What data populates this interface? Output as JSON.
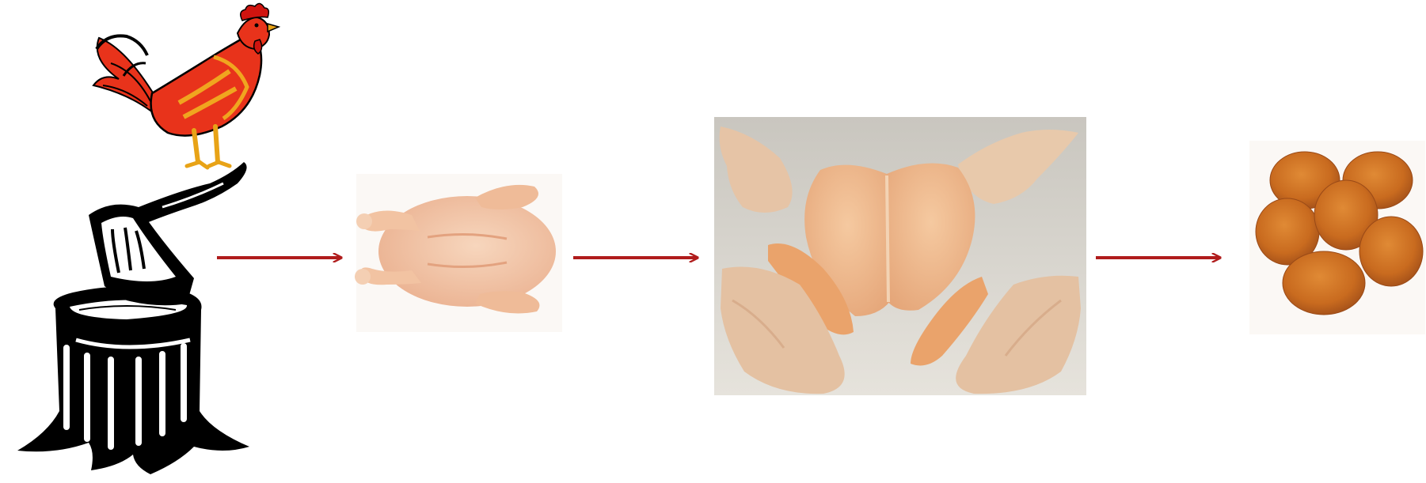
{
  "diagram": {
    "type": "process-flow",
    "direction": "left-to-right",
    "steps": [
      {
        "id": "live-rooster",
        "icon": "rooster-on-chopping-block-icon"
      },
      {
        "id": "whole-plucked-chicken",
        "icon": "whole-raw-chicken-icon"
      },
      {
        "id": "butchered-chicken-parts",
        "icon": "raw-chicken-parts-icon"
      },
      {
        "id": "chicken-nuggets",
        "icon": "chicken-nuggets-icon"
      }
    ],
    "connectors": [
      {
        "from": "live-rooster",
        "to": "whole-plucked-chicken"
      },
      {
        "from": "whole-plucked-chicken",
        "to": "butchered-chicken-parts"
      },
      {
        "from": "butchered-chicken-parts",
        "to": "chicken-nuggets"
      }
    ]
  },
  "colors": {
    "arrow": "#b01c1c",
    "background": "#ffffff",
    "rooster_body": "#e8331b",
    "rooster_comb": "#d0140f",
    "rooster_legs": "#e8a317",
    "stump_ink": "#000000",
    "raw_chicken": "#f2c9a8",
    "cutting_board": "#dcd9d2",
    "chicken_breast": "#f0b98f",
    "nugget": "#d57a2a"
  }
}
